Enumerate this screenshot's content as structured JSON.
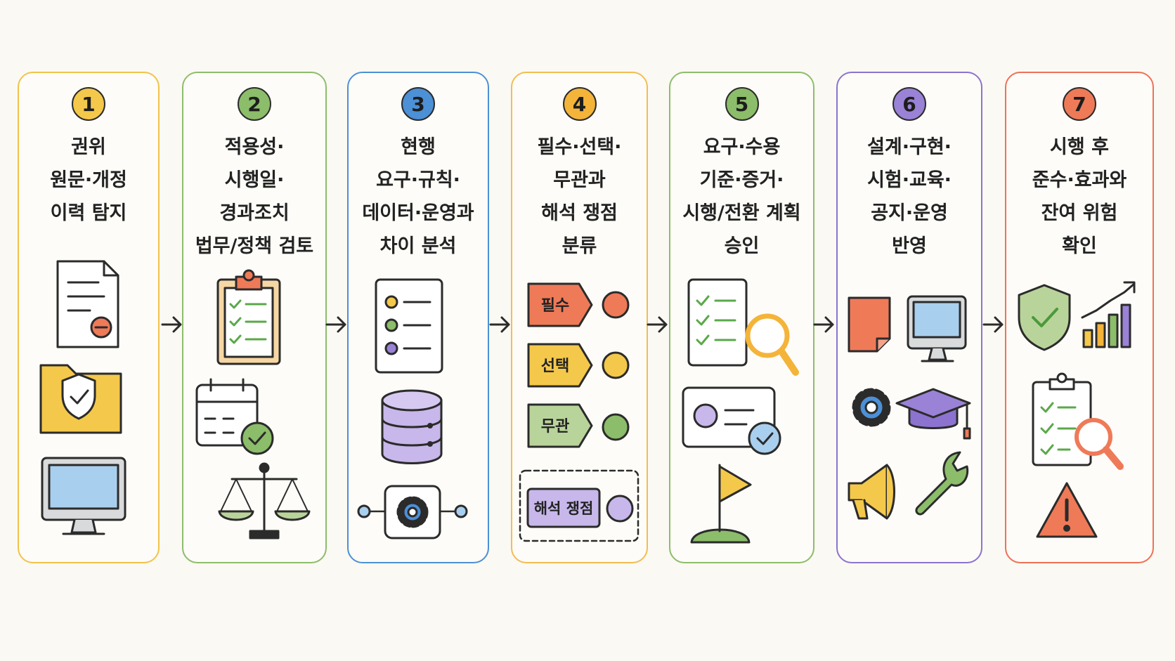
{
  "steps": [
    {
      "number": "1",
      "color": "#f4c84a",
      "border": "#f1c34a",
      "lines": [
        "권위",
        "원문·개정",
        "이력 탐지"
      ]
    },
    {
      "number": "2",
      "color": "#8cbd6a",
      "border": "#8dbd6b",
      "lines": [
        "적용성·",
        "시행일·",
        "경과조치",
        "법무/정책 검토"
      ]
    },
    {
      "number": "3",
      "color": "#4c90d6",
      "border": "#4c90d6",
      "lines": [
        "현행",
        "요구·규칙·",
        "데이터·운영과",
        "차이 분석"
      ]
    },
    {
      "number": "4",
      "color": "#f4b43a",
      "border": "#f2bd52",
      "lines": [
        "필수·선택·",
        "무관과",
        "해석 쟁점",
        "분류"
      ]
    },
    {
      "number": "5",
      "color": "#8cbd6a",
      "border": "#8dbd6b",
      "lines": [
        "요구·수용",
        "기준·증거·",
        "시행/전환 계획",
        "승인"
      ]
    },
    {
      "number": "6",
      "color": "#9a82d6",
      "border": "#8c73cf",
      "lines": [
        "설계·구현·",
        "시험·교육·",
        "공지·운영",
        "반영"
      ]
    },
    {
      "number": "7",
      "color": "#ef7a58",
      "border": "#ef7058",
      "lines": [
        "시행 후",
        "준수·효과와",
        "잔여 위험",
        "확인"
      ]
    }
  ],
  "tags": {
    "required": "필수",
    "optional": "선택",
    "irrelevant": "무관",
    "interpretation": "해석 쟁점"
  }
}
